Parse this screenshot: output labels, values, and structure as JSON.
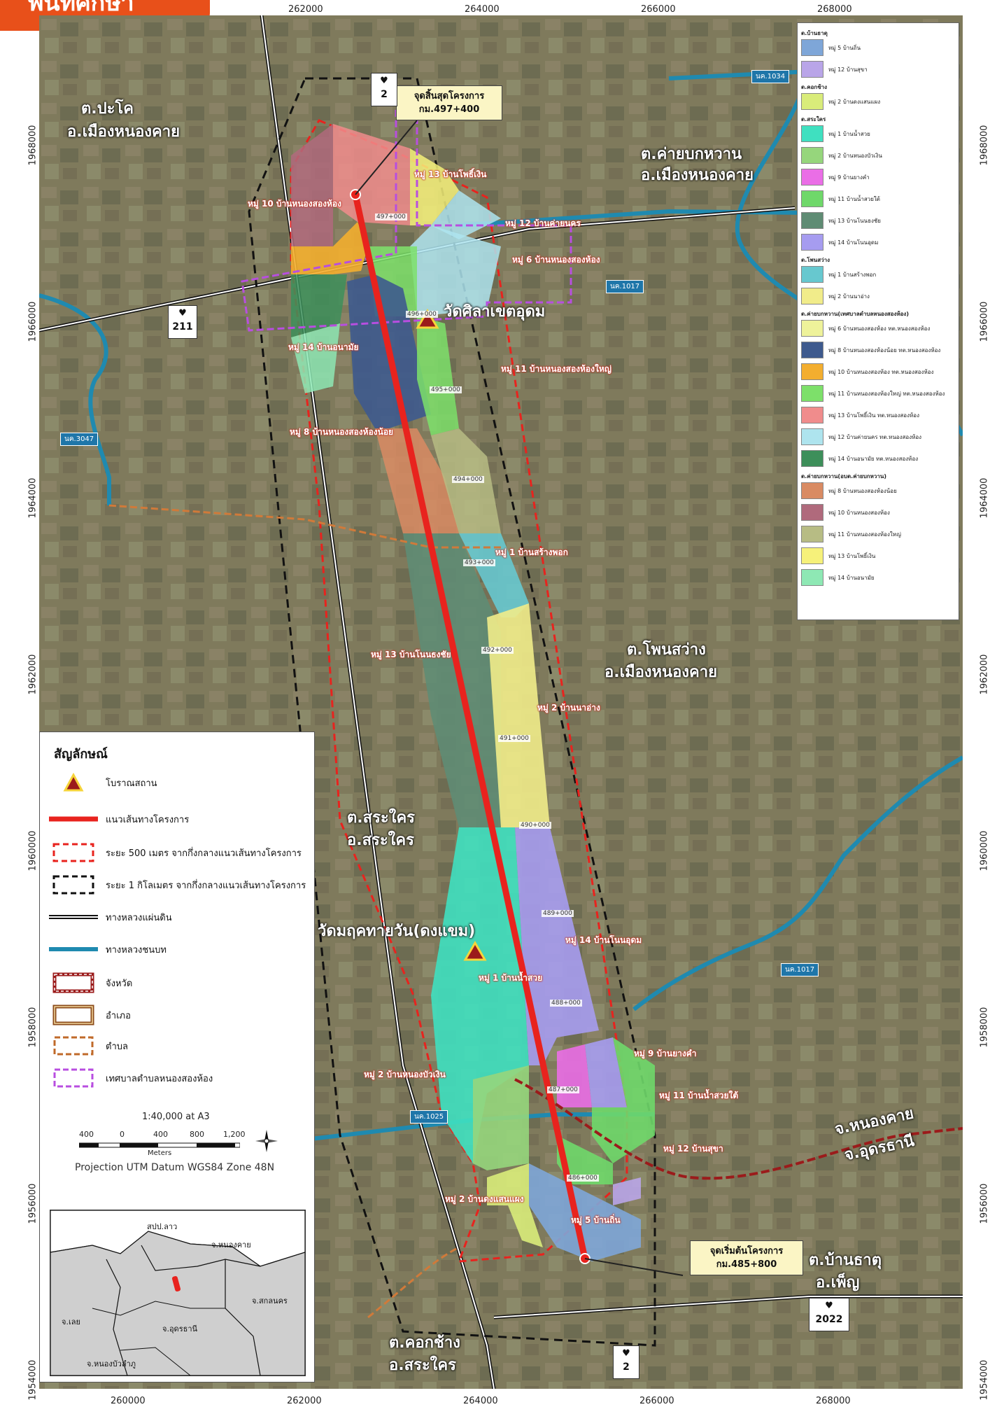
{
  "header": {
    "title": "พื้นที่ศึกษา"
  },
  "coords": {
    "x_ticks_top": [
      "262000",
      "264000",
      "266000",
      "268000"
    ],
    "x_ticks_bottom": [
      "260000",
      "262000",
      "264000",
      "266000",
      "268000"
    ],
    "y_ticks": [
      "1968000",
      "1966000",
      "1964000",
      "1962000",
      "1960000",
      "1958000",
      "1956000",
      "1954000"
    ]
  },
  "places": {
    "pakho": [
      "ต.ปะโค",
      "อ.เมืองหนองคาย"
    ],
    "khaibok": [
      "ต.ค่ายบกหวาน",
      "อ.เมืองหนองคาย"
    ],
    "phonsawang": [
      "ต.โพนสว่าง",
      "อ.เมืองหนองคาย"
    ],
    "sakhrai": [
      "ต.สระใคร",
      "อ.สระใคร"
    ],
    "kokchang": [
      "ต.คอกช้าง",
      "อ.สระใคร"
    ],
    "bantatu": [
      "ต.บ้านธาตุ",
      "อ.เพ็ญ"
    ],
    "province_nk": "จ.หนองคาย",
    "province_ud": "จ.อุดรธานี"
  },
  "villages": [
    "หมู่ 13 บ้านโพธิ์เงิน",
    "หมู่ 10 บ้านหนองสองห้อง",
    "หมู่ 12 บ้านค่ายนคร",
    "หมู่ 6 บ้านหนองสองห้อง",
    "หมู่ 14 บ้านอนามัย",
    "หมู่ 11 บ้านหนองสองห้องใหญ่",
    "หมู่ 8 บ้านหนองสองห้องน้อย",
    "หมู่ 1 บ้านสร้างพอก",
    "หมู่ 13 บ้านโนนธงชัย",
    "หมู่ 2 บ้านนาอ่าง",
    "หมู่ 14 บ้านโนนอุดม",
    "หมู่ 1 บ้านน้ำสวย",
    "หมู่ 9 บ้านยางคำ",
    "หมู่ 2 บ้านหนองบัวเงิน",
    "หมู่ 11 บ้านน้ำสวยใต้",
    "หมู่ 12 บ้านสุขา",
    "หมู่ 2 บ้านดงแสนแผง",
    "หมู่ 5 บ้านถิ่น"
  ],
  "km_marks": [
    "497+000",
    "496+000",
    "495+000",
    "494+000",
    "493+000",
    "492+000",
    "491+000",
    "490+000",
    "489+000",
    "488+000",
    "487+000",
    "486+000"
  ],
  "callouts": {
    "end": [
      "จุดสิ้นสุดโครงการ",
      "กม.497+400"
    ],
    "start": [
      "จุดเริ่มต้นโครงการ",
      "กม.485+800"
    ]
  },
  "monuments": {
    "wat_sila": "วัดศิลาเขตอุดม",
    "wat_mrukthayawan": "วัดมฤคทายวัน(ดงแขม)"
  },
  "roads": {
    "hwy2": "2",
    "hwy211": "211",
    "hwy2022": "2022",
    "nk1034": "นค.1034",
    "nk1017a": "นค.1017",
    "nk1017b": "นค.1017",
    "nk3047": "นค.3047",
    "nk1025": "นค.1025"
  },
  "legend_right": {
    "groups": [
      {
        "title": "ต.บ้านธาตุ",
        "items": [
          {
            "label": "หมู่ 5 บ้านถิ่น",
            "color": "#7ea6d8"
          },
          {
            "label": "หมู่ 12 บ้านสุขา",
            "color": "#b9a5e8"
          }
        ]
      },
      {
        "title": "ต.คอกช้าง",
        "items": [
          {
            "label": "หมู่ 2 บ้านดงแสนแผง",
            "color": "#d9ec7a"
          }
        ]
      },
      {
        "title": "ต.สระใคร",
        "items": [
          {
            "label": "หมู่ 1 บ้านน้ำสวย",
            "color": "#3fe0c0"
          },
          {
            "label": "หมู่ 2 บ้านหนองบัวเงิน",
            "color": "#96d67c"
          },
          {
            "label": "หมู่ 9 บ้านยางคำ",
            "color": "#ea6ee6"
          },
          {
            "label": "หมู่ 11 บ้านน้ำสวยใต้",
            "color": "#6fd86a"
          },
          {
            "label": "หมู่ 13 บ้านโนนธงชัย",
            "color": "#5f8c74"
          },
          {
            "label": "หมู่ 14 บ้านโนนอุดม",
            "color": "#a69cf0"
          }
        ]
      },
      {
        "title": "ต.โพนสว่าง",
        "items": [
          {
            "label": "หมู่ 1 บ้านสร้างพอก",
            "color": "#67c8cf"
          },
          {
            "label": "หมู่ 2 บ้านนาอ่าง",
            "color": "#f1ec8a"
          }
        ]
      },
      {
        "title": "ต.ค่ายบกหวาน(เทศบาลตำบลหนองสองห้อง)",
        "items": [
          {
            "label": "หมู่ 6 บ้านหนองสองห้อง ทต.หนองสองห้อง",
            "color": "#eef29a"
          },
          {
            "label": "หมู่ 8 บ้านหนองสองห้องน้อย ทต.หนองสองห้อง",
            "color": "#3e5a8e"
          },
          {
            "label": "หมู่ 10 บ้านหนองสองห้อง ทต.หนองสองห้อง",
            "color": "#f3ae2f"
          },
          {
            "label": "หมู่ 11 บ้านหนองสองห้องใหญ่ ทต.หนองสองห้อง",
            "color": "#7de06a"
          },
          {
            "label": "หมู่ 13 บ้านโพธิ์เงิน ทต.หนองสองห้อง",
            "color": "#f08c8c"
          },
          {
            "label": "หมู่ 12 บ้านค่ายนคร ทต.หนองสองห้อง",
            "color": "#aee4ee"
          },
          {
            "label": "หมู่ 14 บ้านอนามัย ทต.หนองสองห้อง",
            "color": "#3d8f5a"
          }
        ]
      },
      {
        "title": "ต.ค่ายบกหวาน(อบต.ค่ายบกหวาน)",
        "items": [
          {
            "label": "หมู่ 8 บ้านหนองสองห้องน้อย",
            "color": "#d98b63"
          },
          {
            "label": "หมู่ 10 บ้านหนองสองห้อง",
            "color": "#b06a7c"
          },
          {
            "label": "หมู่ 11 บ้านหนองสองห้องใหญ่",
            "color": "#b7bc84"
          },
          {
            "label": "หมู่ 13 บ้านโพธิ์เงิน",
            "color": "#f6f17a"
          },
          {
            "label": "หมู่ 14 บ้านอนามัย",
            "color": "#8ee8b4"
          }
        ]
      }
    ]
  },
  "legend_left": {
    "title": "สัญลักษณ์",
    "items": [
      "โบราณสถาน",
      "แนวเส้นทางโครงการ",
      "ระยะ 500 เมตร จากกึ่งกลางแนวเส้นทางโครงการ",
      "ระยะ 1 กิโลเมตร จากกึ่งกลางแนวเส้นทางโครงการ",
      "ทางหลวงแผ่นดิน",
      "ทางหลวงชนบท",
      "จังหวัด",
      "อำเภอ",
      "ตำบล",
      "เทศบาลตำบลหนองสองห้อง"
    ],
    "scale": "1:40,000  at A3",
    "scale_ticks": [
      "400",
      "0",
      "400",
      "800",
      "1,200"
    ],
    "scale_unit": "Meters",
    "projection": "Projection UTM Datum WGS84 Zone 48N"
  },
  "inset": {
    "labels": [
      "สปป.ลาว",
      "จ.หนองคาย",
      "จ.สกลนคร",
      "จ.เลย",
      "จ.อุดรธานี",
      "จ.หนองบัวลำภู"
    ]
  },
  "colors": {
    "route": "#e8231e",
    "buffer500": "#e8231e",
    "buffer1km": "#111111",
    "rural_road": "#1f8ab0",
    "header": "#e8501a"
  }
}
